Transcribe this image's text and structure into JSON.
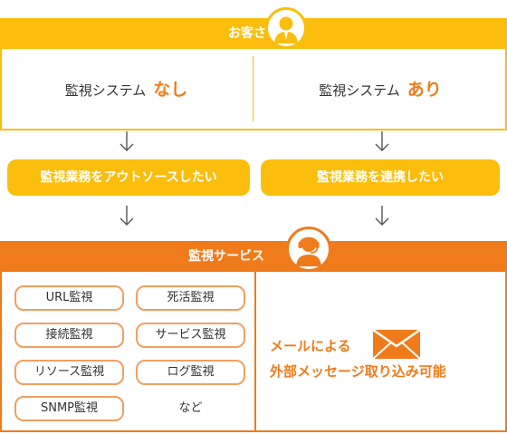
{
  "customer": {
    "title": "お客さま",
    "left": {
      "label": "監視システム",
      "highlight": "なし"
    },
    "right": {
      "label": "監視システム",
      "highlight": "あり"
    }
  },
  "middle": {
    "left_pill": "監視業務をアウトソースしたい",
    "right_pill": "監視業務を連携したい"
  },
  "service": {
    "title": "監視サービス",
    "items": [
      "URL監視",
      "死活監視",
      "接続監視",
      "サービス監視",
      "リソース監視",
      "ログ監視",
      "SNMP監視",
      "など"
    ],
    "mail_line1": "メールによる",
    "mail_line2": "外部メッセージ取り込み可能"
  },
  "colors": {
    "yellow": "#fbbe0d",
    "orange": "#f07b1a",
    "chip_border": "#f0a060"
  },
  "icons": [
    "customer-person-icon",
    "support-operator-icon",
    "arrow-down-icon",
    "mail-envelope-icon"
  ]
}
